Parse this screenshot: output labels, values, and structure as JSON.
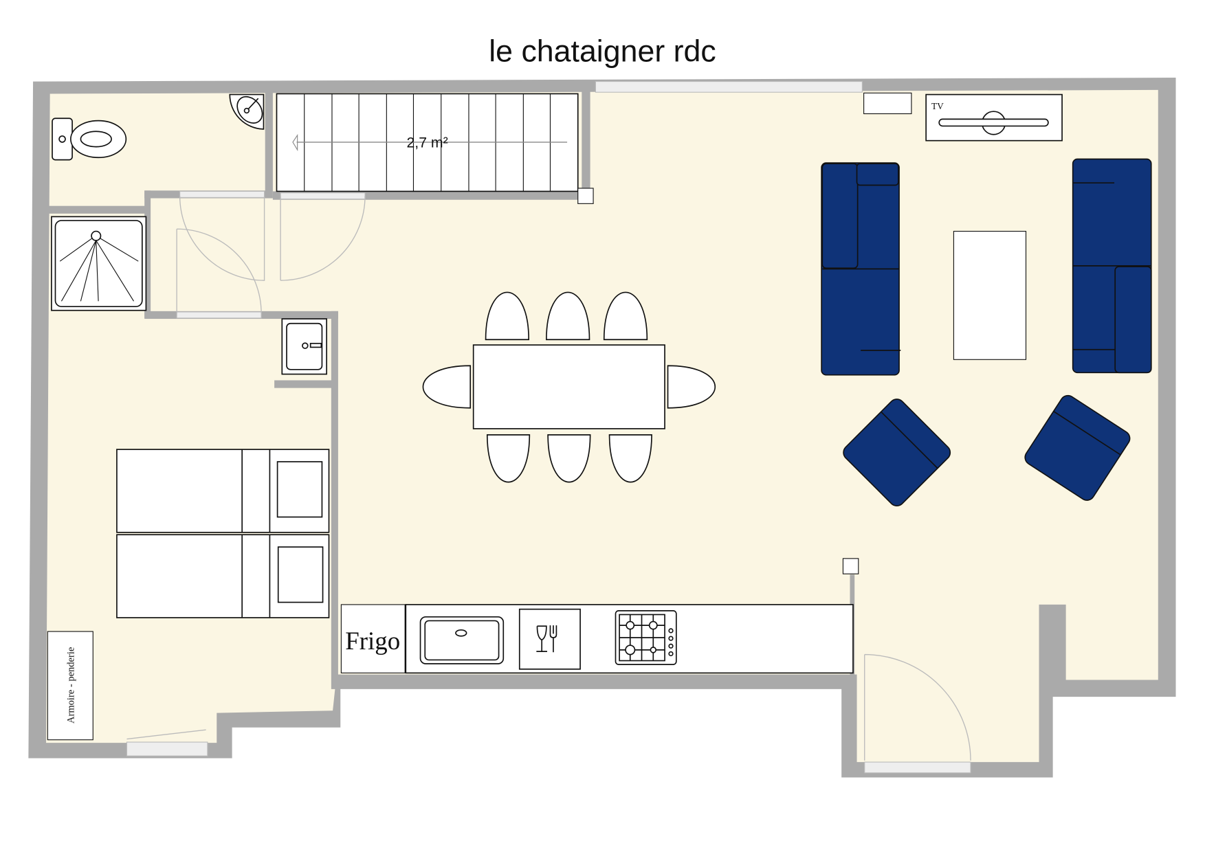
{
  "title": "le chataigner rdc",
  "stairs": {
    "area_label": "2,7 m²"
  },
  "tv": {
    "label": "TV"
  },
  "kitchen": {
    "fridge_label": "Frigo"
  },
  "wardrobe": {
    "label": "Armoire - penderie"
  },
  "colors": {
    "wall": "#aaaaaa",
    "floor": "#fbf6e3",
    "sofa": "#0f3378",
    "window": "#dddddd"
  }
}
